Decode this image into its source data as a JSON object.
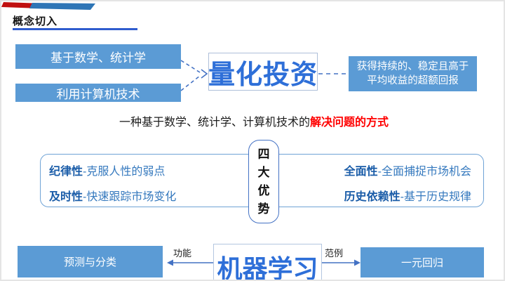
{
  "slide_title": "概念切入",
  "colors": {
    "box_blue": "#5B9BD5",
    "term_blue": "#2E6FD8",
    "connector_blue": "#4472C4",
    "underline_blue": "#2F5CCE",
    "advantage_term_blue": "#1A5CA8",
    "advantage_desc_blue": "#3579BE",
    "highlight_red": "#FF0000",
    "ribbon_red": "#C01010",
    "ribbon_blue": "#2E75B6"
  },
  "concept_map": {
    "source_boxes": [
      {
        "label": "基于数学、统计学"
      },
      {
        "label": "利用计算机技术"
      }
    ],
    "core_term": "量化投资",
    "goal_box": {
      "line1": "获得持续的、稳定且高于",
      "line2": "平均收益的超额回报"
    },
    "definition": {
      "prefix": "一种基于数学、统计学、计算机技术的",
      "highlight": "解决问题的方式"
    }
  },
  "advantages": {
    "center_label": "四大优势",
    "items_left": [
      {
        "term": "纪律性",
        "desc": "-克服人性的弱点"
      },
      {
        "term": "及时性",
        "desc": "-快速跟踪市场变化"
      }
    ],
    "items_right": [
      {
        "term": "全面性",
        "desc": "-全面捕捉市场机会"
      },
      {
        "term": "历史依赖性",
        "desc": "-基于历史规律"
      }
    ]
  },
  "machine_learning": {
    "core_term": "机器学习",
    "left_label": "功能",
    "right_label": "范例",
    "left_box": "预测与分类",
    "right_box": "一元回归"
  }
}
